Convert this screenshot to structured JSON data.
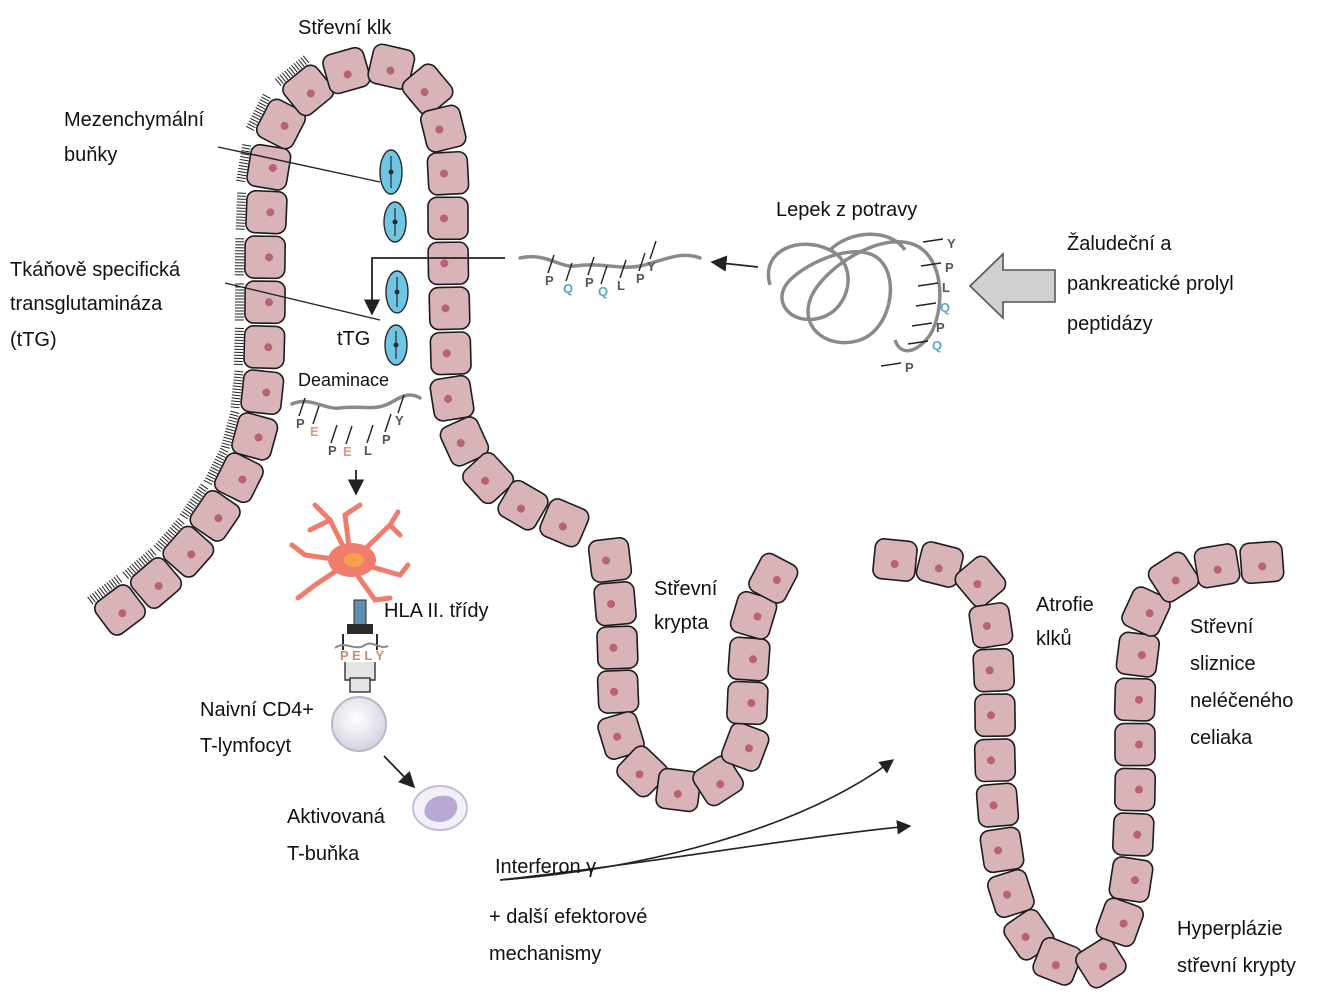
{
  "labels": {
    "villus": "Střevní klk",
    "mesenchymal": [
      "Mezenchymální",
      "buňky"
    ],
    "ttg_full": [
      "Tkáňově specifická",
      "transglutamináza",
      "(tTG)"
    ],
    "ttg_short": "tTG",
    "deamination": "Deaminace",
    "dietary_gluten": "Lepek z potravy",
    "peptidases": [
      "Žaludeční a",
      "pankreatické prolyl",
      "peptidázy"
    ],
    "crypt": [
      "Střevní",
      "krypta"
    ],
    "hla": "HLA II. třídy",
    "naive_t": [
      "Naivní CD4+",
      "T-lymfocyt"
    ],
    "activated_t": [
      "Aktivovaná",
      "T-buňka"
    ],
    "interferon": "Interferon γ",
    "effector": [
      "+ další efektorové",
      "mechanismy"
    ],
    "atrophy": [
      "Atrofie",
      "klků"
    ],
    "mucosa": [
      "Střevní",
      "sliznice",
      "neléčeného",
      "celiaka"
    ],
    "hyperplasia": [
      "Hyperplázie",
      "střevní krypty"
    ]
  },
  "peptide_gluten": [
    "P",
    "Q",
    "P",
    "Q",
    "L",
    "P",
    "Y"
  ],
  "peptide_deaminated": [
    "P",
    "E",
    "P",
    "E",
    "L",
    "P",
    "Y"
  ],
  "peptide_coil": [
    "Y",
    "P",
    "L",
    "Q",
    "P",
    "Q",
    "P"
  ],
  "colors": {
    "cell_fill": "#d8b3b8",
    "nucleus": "#b9607a",
    "mesenchymal_cell": "#6ec6e3",
    "glutamine": "#5aa8c8",
    "glutamate": "#d79a79",
    "dendritic_cell": "#ee7d6e",
    "activated_cell": "#b7a8d6"
  }
}
